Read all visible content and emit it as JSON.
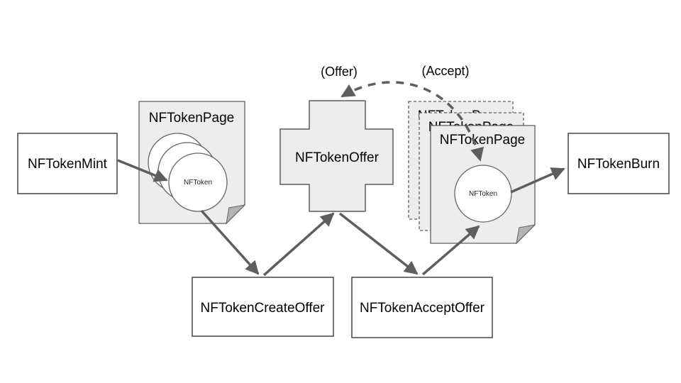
{
  "colors": {
    "background": "#ffffff",
    "box_border": "#454545",
    "shape_fill": "#ededed",
    "shape_border": "#5f5f5f",
    "circle_fill": "#ffffff",
    "fold_fill": "#b3b3b3",
    "arrow": "#5e5e5e",
    "text": "#000000"
  },
  "nodes": {
    "mint": {
      "label": "NFTokenMint"
    },
    "page_left": {
      "title": "NFTokenPage",
      "token_label": "NFToken"
    },
    "offer": {
      "label": "NFTokenOffer"
    },
    "pages_right": {
      "back_title": "NFTokenPage",
      "middle_title": "NFTokenPage",
      "front_title": "NFTokenPage",
      "token_label": "NFToken"
    },
    "create_offer": {
      "label": "NFTokenCreateOffer"
    },
    "accept_offer": {
      "label": "NFTokenAcceptOffer"
    },
    "burn": {
      "label": "NFTokenBurn"
    }
  },
  "annotations": {
    "offer_label": "(Offer)",
    "accept_label": "(Accept)"
  },
  "edges": [
    {
      "from": "NFTokenMint",
      "to": "NFToken in NFTokenPage",
      "style": "solid"
    },
    {
      "from": "NFToken in NFTokenPage",
      "to": "NFTokenCreateOffer",
      "style": "solid"
    },
    {
      "from": "NFTokenCreateOffer",
      "to": "NFTokenOffer",
      "style": "solid"
    },
    {
      "from": "NFTokenOffer",
      "to": "NFTokenAcceptOffer",
      "style": "solid"
    },
    {
      "from": "NFTokenAcceptOffer",
      "to": "NFToken in new NFTokenPage",
      "style": "solid"
    },
    {
      "from": "NFToken in new NFTokenPage",
      "to": "NFTokenBurn",
      "style": "solid"
    },
    {
      "from": "NFTokenOffer",
      "to": "NFToken in new NFTokenPage",
      "style": "dashed",
      "label_start": "(Offer)",
      "label_end": "(Accept)"
    }
  ]
}
